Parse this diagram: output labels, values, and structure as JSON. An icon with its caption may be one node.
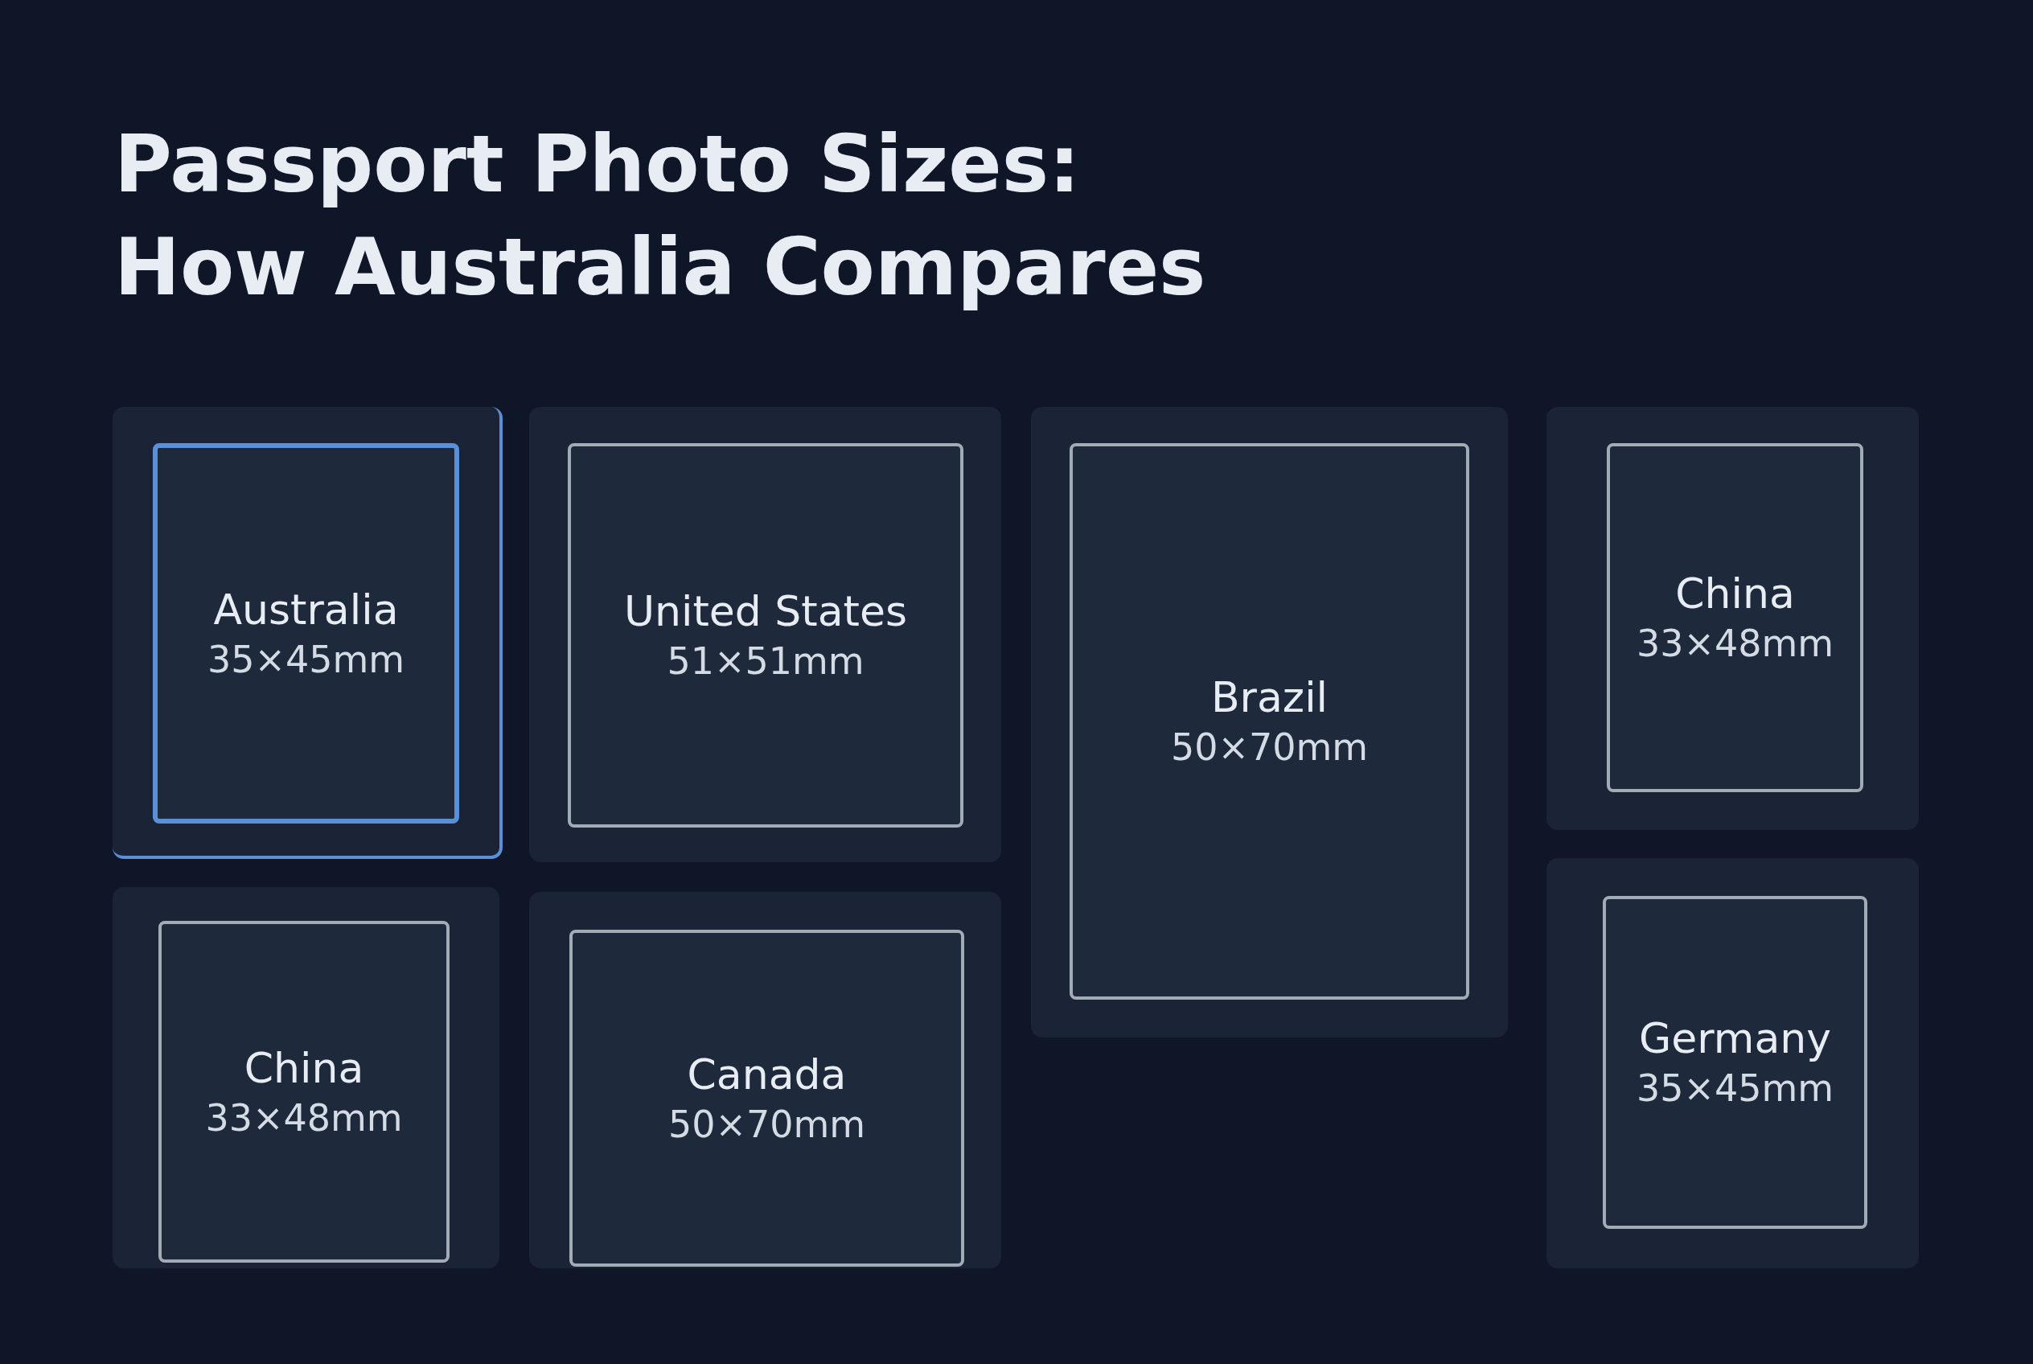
{
  "diagram": {
    "title": "Passport Photo Sizes: How Australia Compares",
    "nodes": [
      {
        "text": [
          "Australia",
          "35×45mm"
        ]
      },
      {
        "text": [
          "United States",
          "51×51mm"
        ]
      },
      {
        "text": [
          "Brazil",
          "50×70mm"
        ]
      },
      {
        "text": [
          "China",
          "33×48mm"
        ]
      },
      {
        "text": [
          "China",
          "33×48mm"
        ]
      },
      {
        "text": [
          "Canada",
          "50×70mm"
        ]
      },
      {
        "text": [
          "Germany",
          "35×45mm"
        ]
      }
    ]
  }
}
